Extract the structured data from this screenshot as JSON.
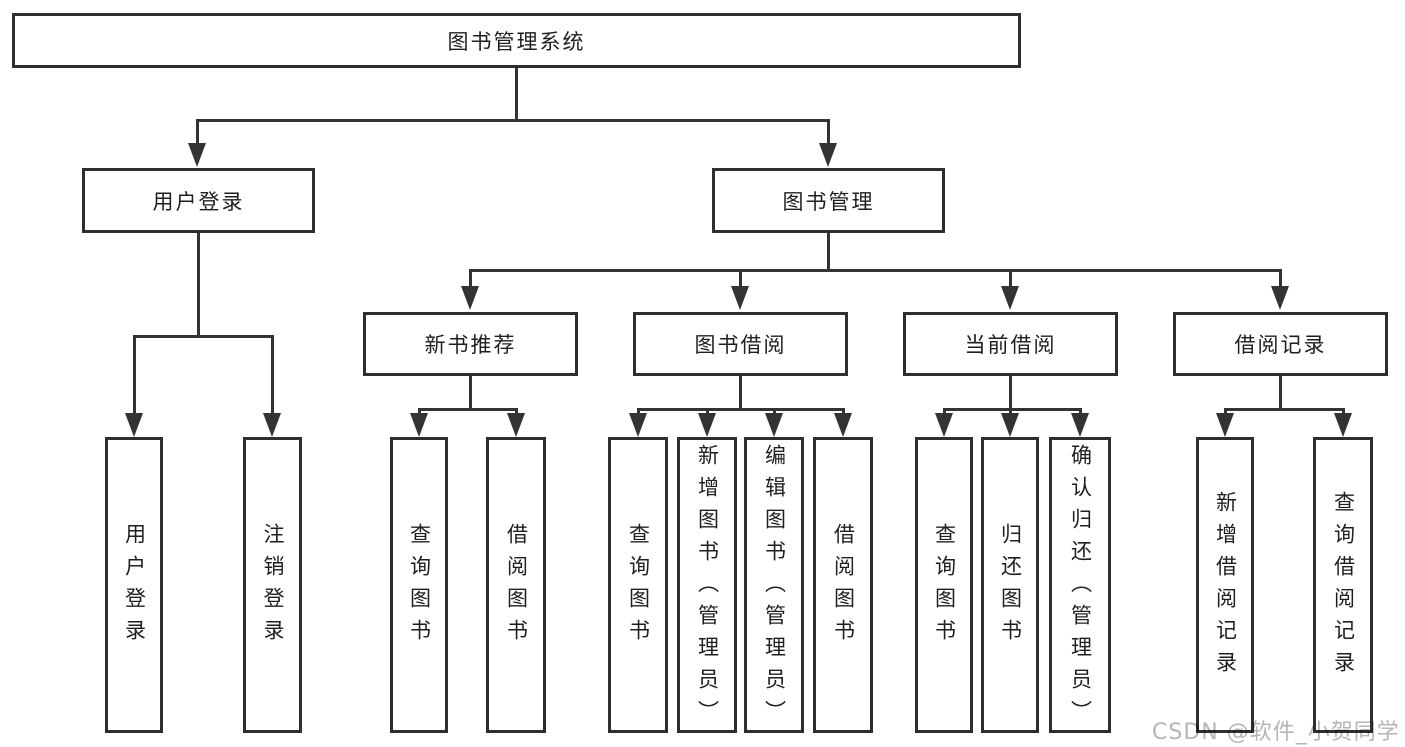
{
  "tree": {
    "root": {
      "label": "图书管理系统",
      "children": [
        {
          "label": "用户登录",
          "children": [
            {
              "label": "用户登录"
            },
            {
              "label": "注销登录"
            }
          ]
        },
        {
          "label": "图书管理",
          "children": [
            {
              "label": "新书推荐",
              "children": [
                {
                  "label": "查询图书"
                },
                {
                  "label": "借阅图书"
                }
              ]
            },
            {
              "label": "图书借阅",
              "children": [
                {
                  "label": "查询图书"
                },
                {
                  "label": "新增图书（管理员）"
                },
                {
                  "label": "编辑图书（管理员）"
                },
                {
                  "label": "借阅图书"
                }
              ]
            },
            {
              "label": "当前借阅",
              "children": [
                {
                  "label": "查询图书"
                },
                {
                  "label": "归还图书"
                },
                {
                  "label": "确认归还（管理员）"
                }
              ]
            },
            {
              "label": "借阅记录",
              "children": [
                {
                  "label": "新增借阅记录"
                },
                {
                  "label": "查询借阅记录"
                }
              ]
            }
          ]
        }
      ]
    }
  },
  "watermark": "CSDN @软件_小贺同学",
  "colors": {
    "line": "#333333",
    "box_border": "#2e2e2e",
    "text": "#1f1f1f",
    "watermark_text": "#b5b5b5",
    "background": "#ffffff"
  }
}
